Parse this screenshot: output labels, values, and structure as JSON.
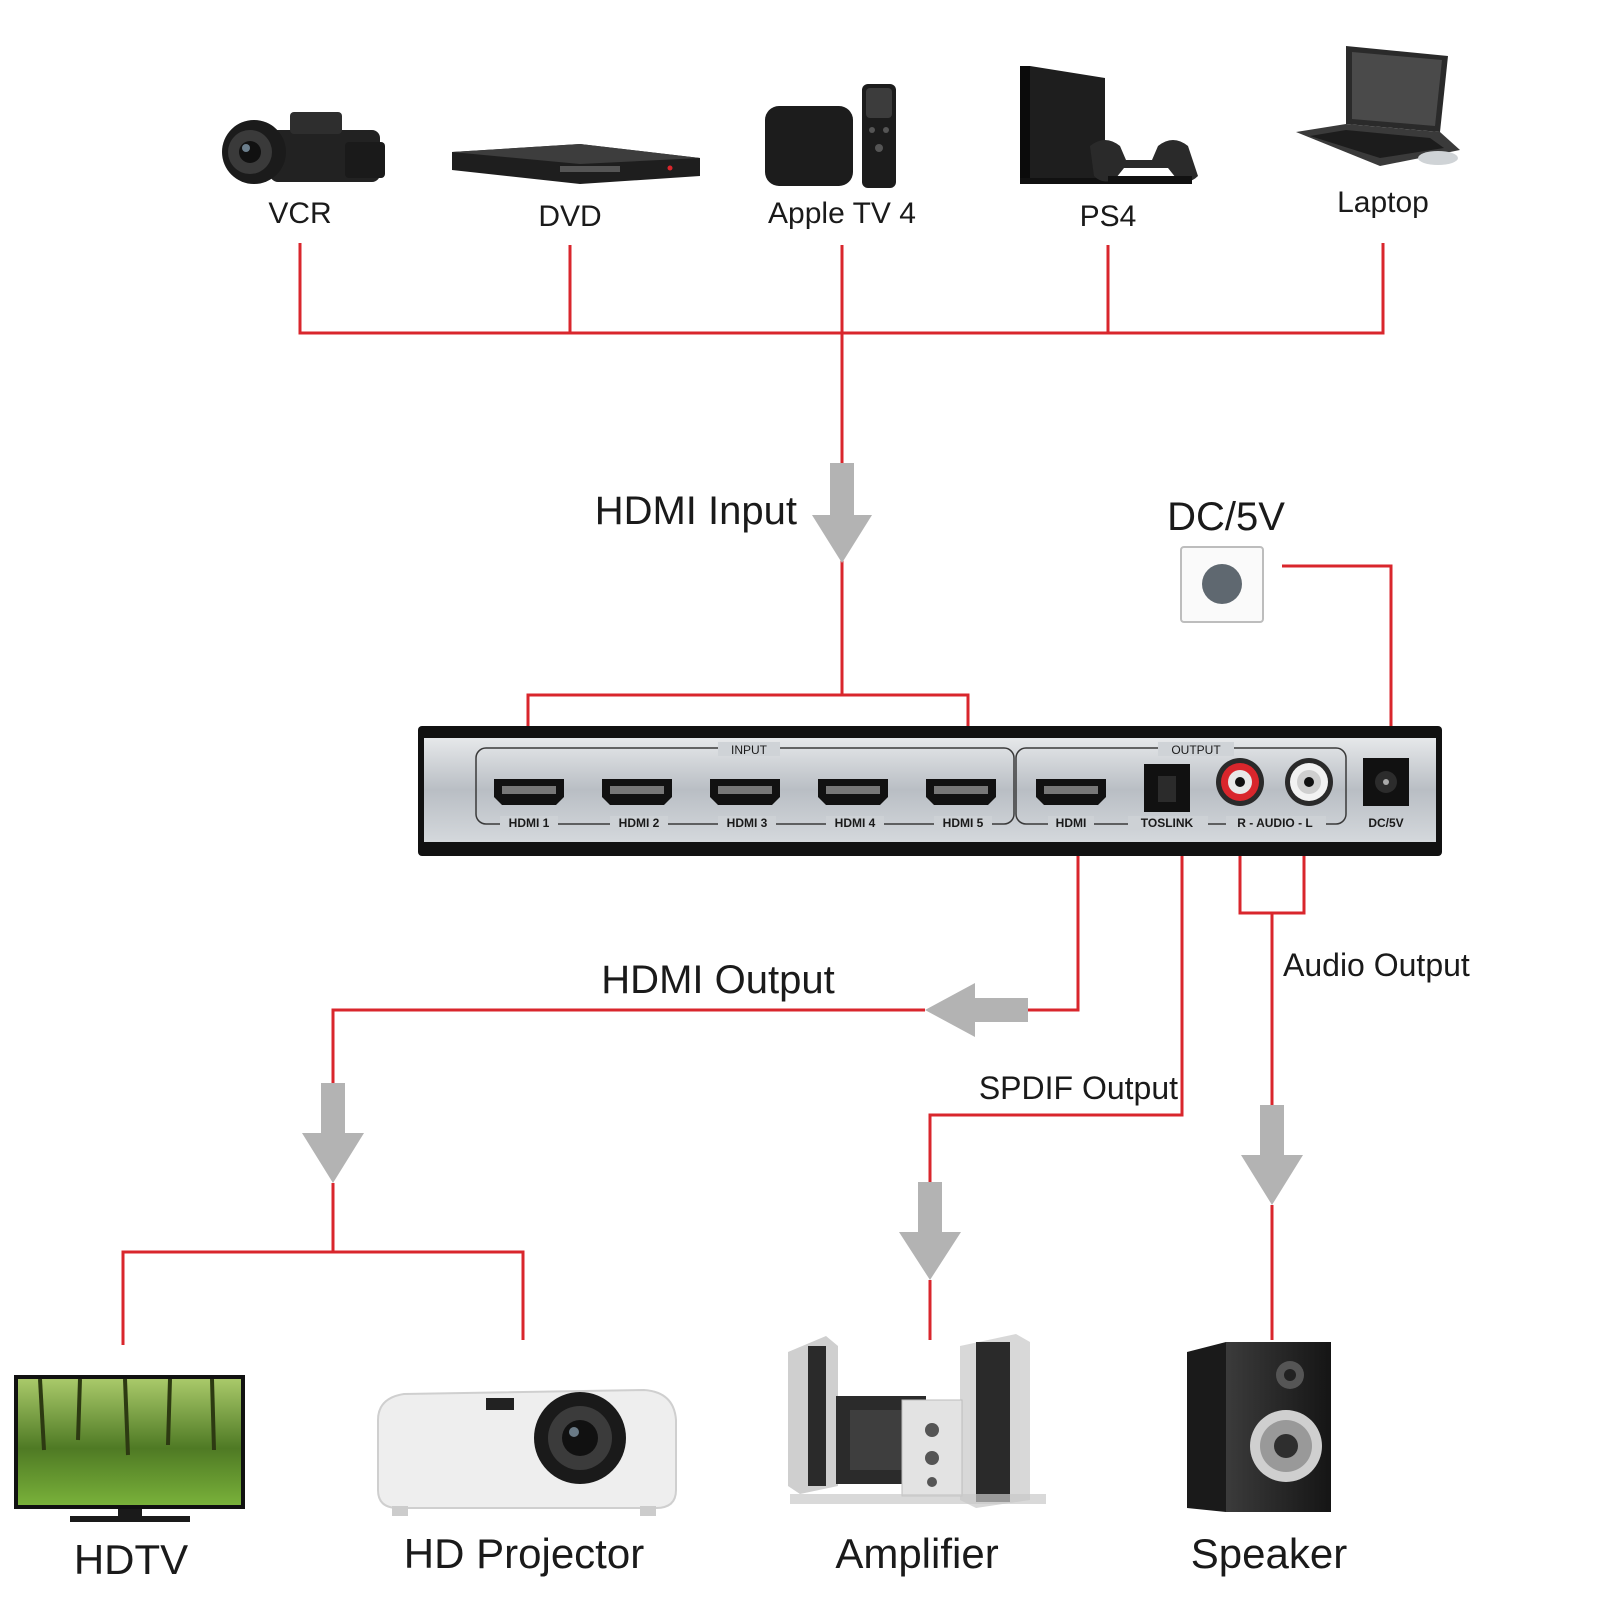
{
  "sources": [
    {
      "label": "VCR",
      "icon": "camcorder-icon"
    },
    {
      "label": "DVD",
      "icon": "dvd-player-icon"
    },
    {
      "label": "Apple TV 4",
      "icon": "apple-tv-icon"
    },
    {
      "label": "PS4",
      "icon": "ps4-console-icon"
    },
    {
      "label": "Laptop",
      "icon": "laptop-icon"
    }
  ],
  "flow_labels": {
    "hdmi_input": "HDMI Input",
    "dc_power": "DC/5V",
    "hdmi_output": "HDMI Output",
    "audio_output": "Audio Output",
    "spdif_output": "SPDIF Output"
  },
  "device": {
    "input_group": "INPUT",
    "output_group": "OUTPUT",
    "input_ports": [
      "HDMI 1",
      "HDMI 2",
      "HDMI 3",
      "HDMI 4",
      "HDMI 5"
    ],
    "hdmi_out_port": "HDMI",
    "toslink_port": "TOSLINK",
    "audio_port": "R - AUDIO - L",
    "dc_port": "DC/5V"
  },
  "outputs": [
    {
      "label": "HDTV",
      "icon": "hdtv-icon"
    },
    {
      "label": "HD Projector",
      "icon": "projector-icon"
    },
    {
      "label": "Amplifier",
      "icon": "amplifier-icon"
    },
    {
      "label": "Speaker",
      "icon": "speaker-icon"
    }
  ],
  "colors": {
    "line": "#d9262c",
    "arrow": "#b3b3b3",
    "device_body": "#c9cdd2",
    "device_frame": "#111111"
  }
}
